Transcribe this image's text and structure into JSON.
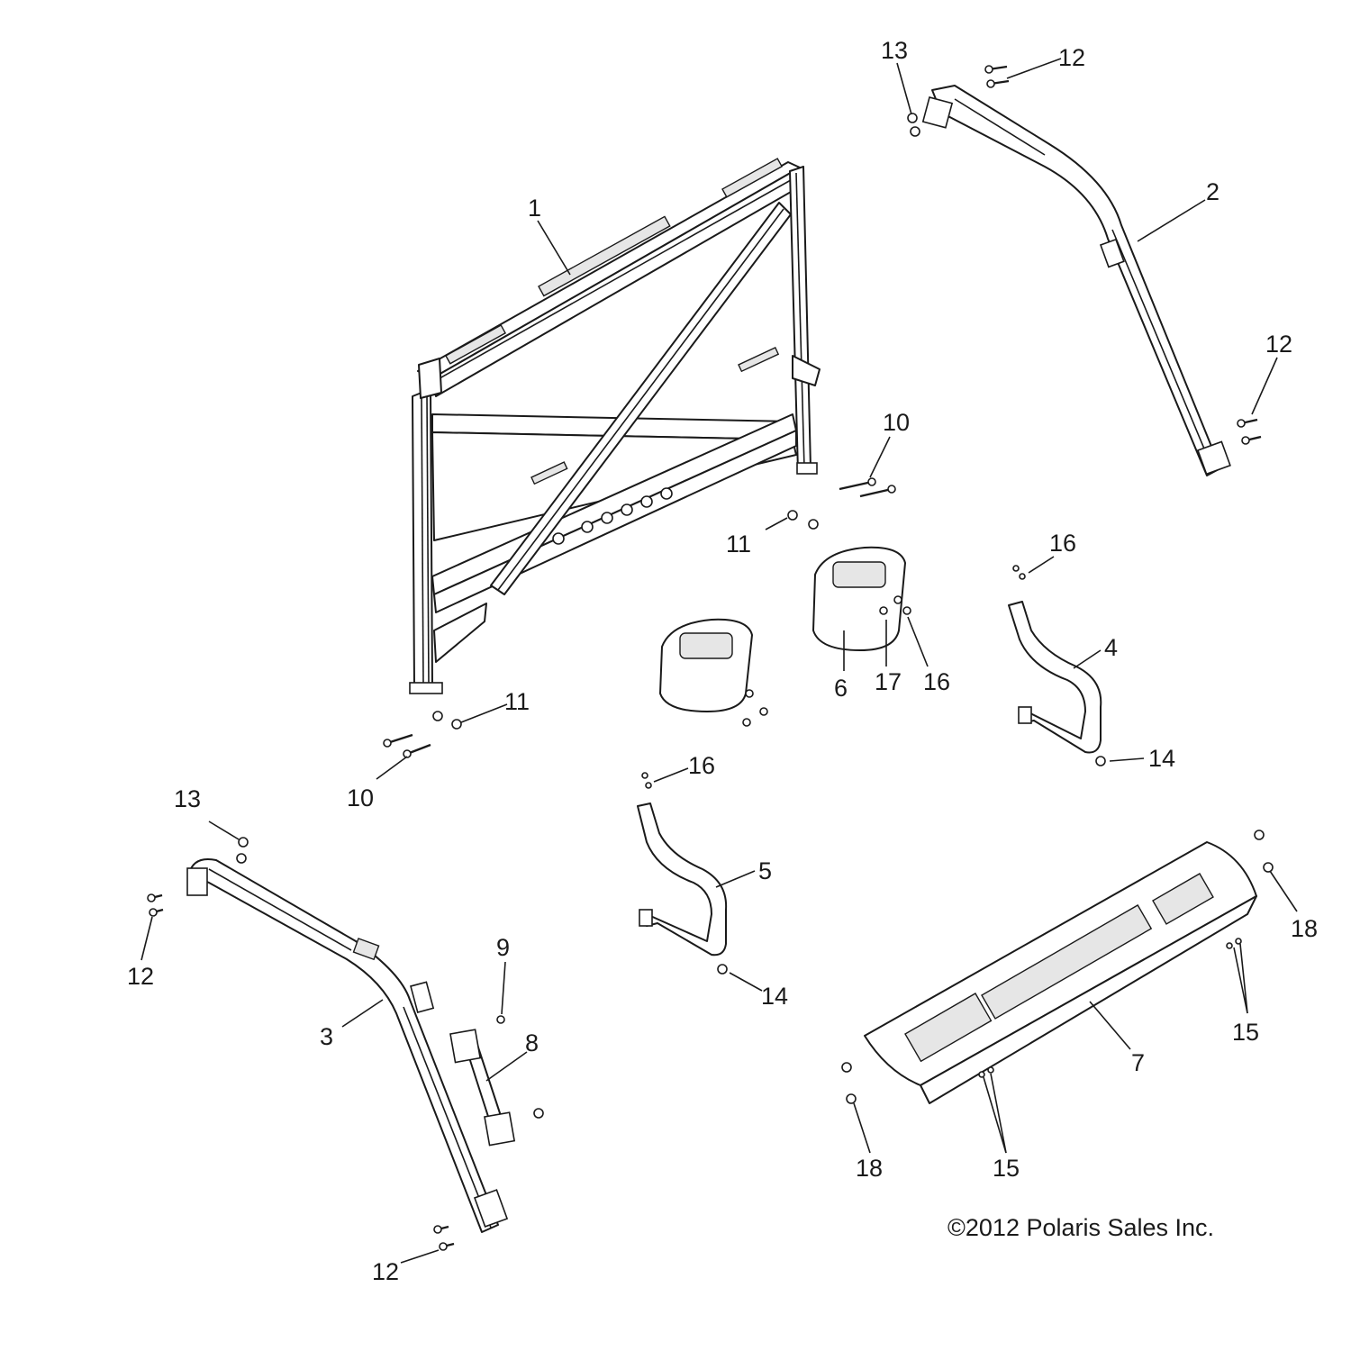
{
  "callouts": {
    "c1": "1",
    "c2": "2",
    "c3": "3",
    "c4": "4",
    "c5": "5",
    "c6": "6",
    "c7": "7",
    "c8": "8",
    "c9": "9",
    "c10a": "10",
    "c10b": "10",
    "c11a": "11",
    "c11b": "11",
    "c12a": "12",
    "c12b": "12",
    "c12c": "12",
    "c12d": "12",
    "c13a": "13",
    "c13b": "13",
    "c14a": "14",
    "c14b": "14",
    "c15a": "15",
    "c15b": "15",
    "c16a": "16",
    "c16b": "16",
    "c16c": "16",
    "c17": "17",
    "c18a": "18",
    "c18b": "18"
  },
  "copyright": "©2012 Polaris Sales Inc."
}
